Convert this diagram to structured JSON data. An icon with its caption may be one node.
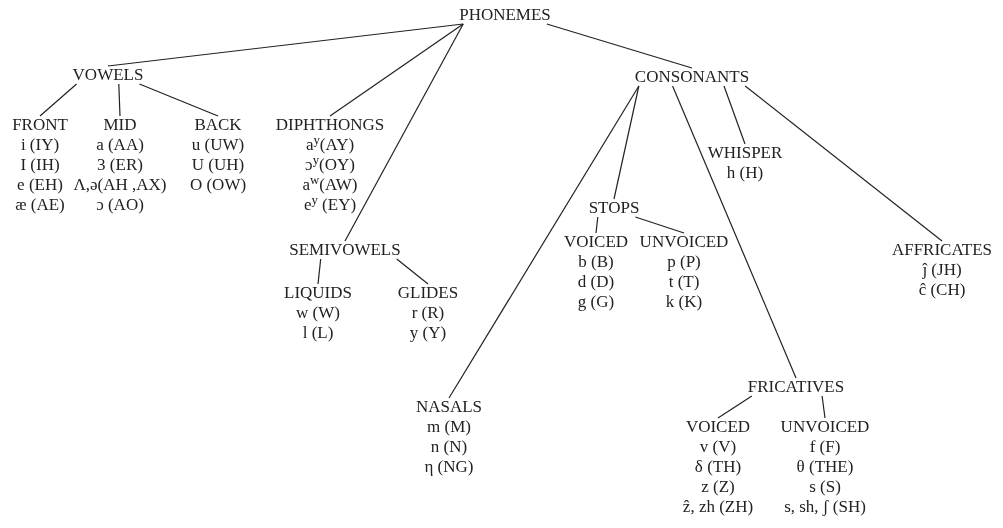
{
  "diagram": {
    "nodes": [
      {
        "text": [
          "PHONEMES"
        ]
      },
      {
        "text": [
          "VOWELS"
        ]
      },
      {
        "text": [
          "FRONT",
          "i (IY)",
          "I (IH)",
          "e (EH)",
          "æ (AE)"
        ]
      },
      {
        "text": [
          "MID",
          "a (AA)",
          "3 (ER)",
          "Λ,ə(AH ,AX)",
          "ɔ (AO)"
        ]
      },
      {
        "text": [
          "BACK",
          "u (UW)",
          "U (UH)",
          "O (OW)"
        ]
      },
      {
        "text": [
          "DIPHTHONGS",
          "a$^{y}$(AY)",
          "ɔ$^{y}$(OY)",
          "a$^{w}$(AW)",
          "e$^{y}$ (EY)"
        ]
      },
      {
        "text": [
          "SEMIVOWELS"
        ]
      },
      {
        "text": [
          "LIQUIDS",
          "w (W)",
          "l (L)"
        ]
      },
      {
        "text": [
          "GLIDES",
          "r (R)",
          "y (Y)"
        ]
      },
      {
        "text": [
          "CONSONANTS"
        ]
      },
      {
        "text": [
          "NASALS",
          "m (M)",
          "n (N)",
          "η (NG)"
        ]
      },
      {
        "text": [
          "STOPS"
        ]
      },
      {
        "text": [
          "VOICED",
          "b (B)",
          "d (D)",
          "g (G)"
        ]
      },
      {
        "text": [
          "UNVOICED",
          "p (P)",
          "t (T)",
          "k (K)"
        ]
      },
      {
        "text": [
          "WHISPER",
          "h (H)"
        ]
      },
      {
        "text": [
          "AFFRICATES",
          "ĵ (JH)",
          "ĉ (CH)"
        ]
      },
      {
        "text": [
          "FRICATIVES"
        ]
      },
      {
        "text": [
          "VOICED",
          "v (V)",
          "δ (TH)",
          "z (Z)",
          "ẑ, zh (ZH)"
        ]
      },
      {
        "text": [
          "UNVOICED",
          "f (F)",
          "θ (THE)",
          "s (S)",
          "s, sh, ʃ (SH)"
        ]
      }
    ],
    "edges": [
      {
        "from": 0,
        "to": 1,
        "arrow": "none"
      },
      {
        "from": 0,
        "to": 5,
        "arrow": "none"
      },
      {
        "from": 0,
        "to": 6,
        "arrow": "none"
      },
      {
        "from": 0,
        "to": 9,
        "arrow": "none"
      },
      {
        "from": 1,
        "to": 2,
        "arrow": "none"
      },
      {
        "from": 1,
        "to": 3,
        "arrow": "none"
      },
      {
        "from": 1,
        "to": 4,
        "arrow": "none"
      },
      {
        "from": 6,
        "to": 7,
        "arrow": "none"
      },
      {
        "from": 6,
        "to": 8,
        "arrow": "none"
      },
      {
        "from": 9,
        "to": 10,
        "arrow": "none"
      },
      {
        "from": 9,
        "to": 11,
        "arrow": "none"
      },
      {
        "from": 9,
        "to": 16,
        "arrow": "none"
      },
      {
        "from": 9,
        "to": 14,
        "arrow": "none"
      },
      {
        "from": 9,
        "to": 15,
        "arrow": "none"
      },
      {
        "from": 11,
        "to": 12,
        "arrow": "none"
      },
      {
        "from": 11,
        "to": 13,
        "arrow": "none"
      },
      {
        "from": 16,
        "to": 17,
        "arrow": "none"
      },
      {
        "from": 16,
        "to": 18,
        "arrow": "none"
      }
    ]
  }
}
